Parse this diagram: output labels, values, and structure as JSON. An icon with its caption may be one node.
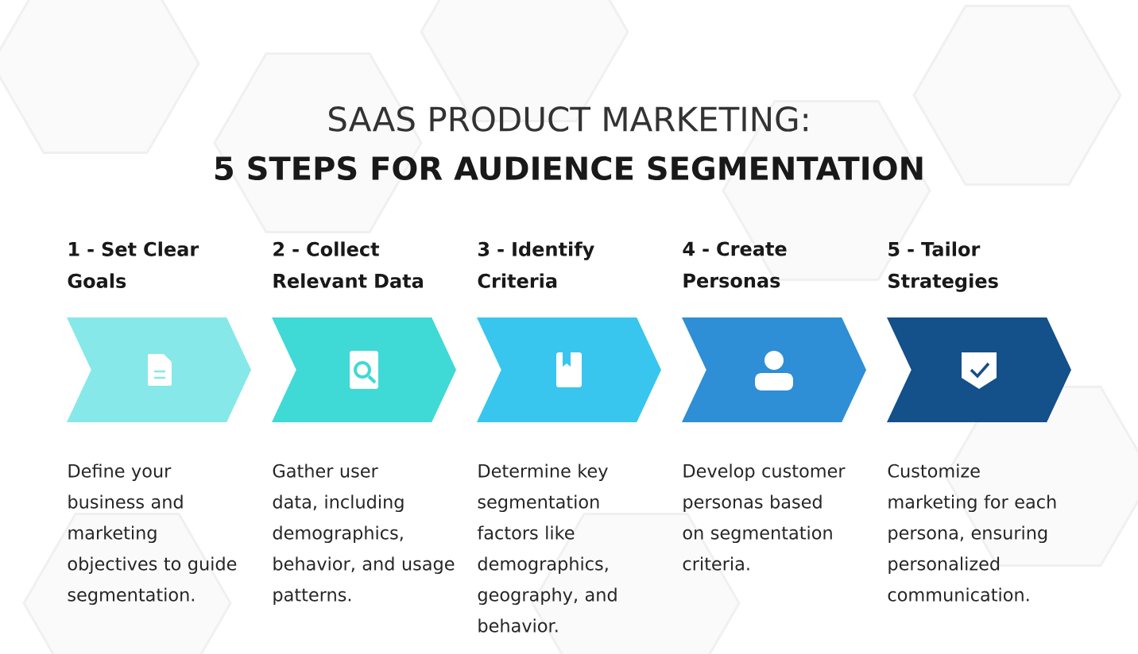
{
  "diagram": {
    "title": "SAAS PRODUCT MARKETING:",
    "nodes": [
      {
        "text": [
          "1 - Set Clear Goals"
        ],
        "beside": [
          "Define your business and marketing objectives to guide segmentation."
        ]
      },
      {
        "text": [
          "2 - Collect Relevant Data"
        ],
        "beside": [
          "Gather user data, including demographics, behavior, and usage patterns."
        ]
      },
      {
        "text": [
          "3 - Identify Criteria"
        ],
        "beside": [
          "Determine key segmentation factors like demographics, geography, and behavior."
        ]
      },
      {
        "text": [
          "4 - Create Personas"
        ],
        "beside": [
          "Develop customer personas based on segmentation criteria."
        ]
      },
      {
        "text": [
          "5 - Tailor Strategies"
        ],
        "beside": [
          "Customize marketing for each persona, ensuring personalized communication."
        ]
      }
    ],
    "labels": [
      "5 STEPS FOR AUDIENCE SEGMENTATION"
    ]
  }
}
